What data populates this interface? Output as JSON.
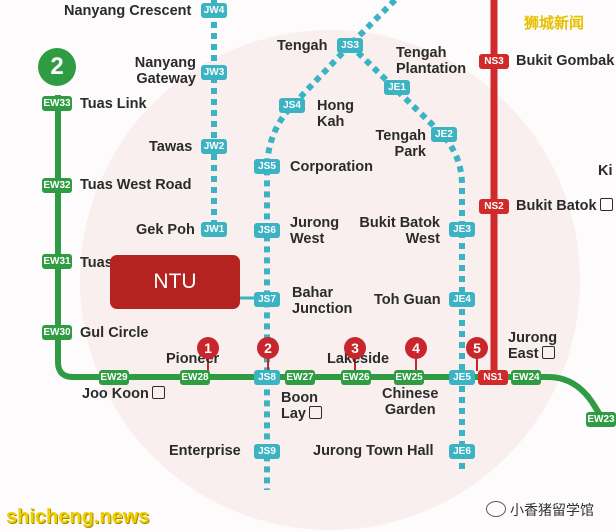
{
  "line_number": "2",
  "ntu_label": "NTU",
  "watermark_top": "狮城新闻",
  "watermark_bottom_left": "shicheng.news",
  "watermark_bottom_right": "小香猪留学馆",
  "colors": {
    "ew_line": "#2f9c43",
    "ns_line": "#d12a2a",
    "jr_line": "#3bb3c3",
    "badge": "#c8262c"
  },
  "stations": {
    "nanyang_crescent": "Nanyang Crescent",
    "jw4": "JW4",
    "nanyang_gateway": "Nanyang\nGateway",
    "jw3": "JW3",
    "tawas": "Tawas",
    "jw2": "JW2",
    "gek_poh": "Gek Poh",
    "jw1": "JW1",
    "tengah": "Tengah",
    "js3": "JS3",
    "tengah_plantation": "Tengah\nPlantation",
    "je1": "JE1",
    "hong_kah": "Hong\nKah",
    "js4": "JS4",
    "tengah_park": "Tengah\nPark",
    "je2": "JE2",
    "corporation": "Corporation",
    "js5": "JS5",
    "jurong_west": "Jurong\nWest",
    "js6": "JS6",
    "bukit_batok_west": "Bukit Batok\nWest",
    "je3": "JE3",
    "bahar_junction": "Bahar\nJunction",
    "js7": "JS7",
    "toh_guan": "Toh Guan",
    "je4": "JE4",
    "tuas_link": "Tuas Link",
    "ew33": "EW33",
    "tuas_west_road": "Tuas West Road",
    "ew32": "EW32",
    "tuas": "Tuas",
    "ew31": "EW31",
    "gul_circle": "Gul Circle",
    "ew30": "EW30",
    "joo_koon": "Joo Koon",
    "ew29": "EW29",
    "pioneer": "Pioneer",
    "ew28": "EW28",
    "boon_lay": "Boon\nLay",
    "js8": "JS8",
    "ew27": "EW27",
    "lakeside": "Lakeside",
    "ew26": "EW26",
    "chinese_garden": "Chinese\nGarden",
    "ew25": "EW25",
    "je5": "JE5",
    "ns1": "NS1",
    "ew24": "EW24",
    "jurong_east": "Jurong\nEast",
    "enterprise": "Enterprise",
    "js9": "JS9",
    "jurong_town_hall": "Jurong Town Hall",
    "je6": "JE6",
    "ew23": "EW23",
    "bukit_gombak": "Bukit Gombak",
    "ns3": "NS3",
    "bukit_batok": "Bukit Batok",
    "ns2": "NS2",
    "ki": "Ki"
  },
  "badges": [
    "1",
    "2",
    "3",
    "4",
    "5"
  ]
}
